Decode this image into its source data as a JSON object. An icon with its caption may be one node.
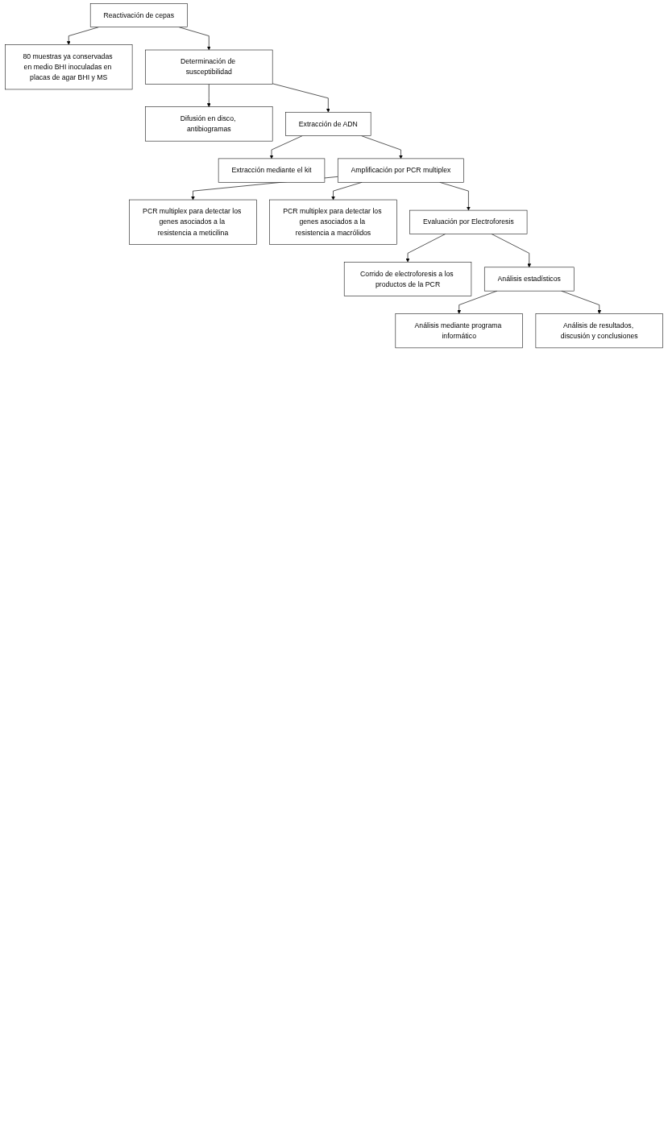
{
  "diagram": {
    "nodes": [
      {
        "text": [
          "Reactivación de cepas"
        ]
      },
      {
        "text": [
          "80 muestras ya conservadas en medio BHI inoculadas en placas de agar BHI y MS"
        ]
      },
      {
        "text": [
          "Determinación de susceptibilidad"
        ]
      },
      {
        "text": [
          "Difusión en disco, antibiogramas"
        ]
      },
      {
        "text": [
          "Extracción de ADN"
        ]
      },
      {
        "text": [
          "Extracción mediante el kit"
        ]
      },
      {
        "text": [
          "Amplificación por PCR multiplex"
        ]
      },
      {
        "text": [
          "PCR multiplex para detectar los genes asociados a la resistencia a meticilina"
        ]
      },
      {
        "text": [
          "PCR multiplex para detectar los genes asociados a la resistencia a macrólidos"
        ]
      },
      {
        "text": [
          "Evaluación por Electroforesis"
        ]
      },
      {
        "text": [
          "Corrido de electroforesis a los productos de la PCR"
        ]
      },
      {
        "text": [
          "Análisis estadísticos"
        ]
      },
      {
        "text": [
          "Análisis mediante programa informático"
        ]
      },
      {
        "text": [
          "Análisis de resultados, discusión y conclusiones"
        ]
      }
    ],
    "edges": [
      {
        "from": 0,
        "to": 1,
        "arrow": "to"
      },
      {
        "from": 0,
        "to": 2,
        "arrow": "to"
      },
      {
        "from": 2,
        "to": 3,
        "arrow": "to"
      },
      {
        "from": 2,
        "to": 4,
        "arrow": "to"
      },
      {
        "from": 4,
        "to": 5,
        "arrow": "to"
      },
      {
        "from": 4,
        "to": 6,
        "arrow": "to"
      },
      {
        "from": 6,
        "to": 7,
        "arrow": "to"
      },
      {
        "from": 6,
        "to": 8,
        "arrow": "to"
      },
      {
        "from": 6,
        "to": 9,
        "arrow": "to"
      },
      {
        "from": 9,
        "to": 10,
        "arrow": "to"
      },
      {
        "from": 9,
        "to": 11,
        "arrow": "to"
      },
      {
        "from": 11,
        "to": 12,
        "arrow": "to"
      },
      {
        "from": 11,
        "to": 13,
        "arrow": "to"
      }
    ]
  }
}
